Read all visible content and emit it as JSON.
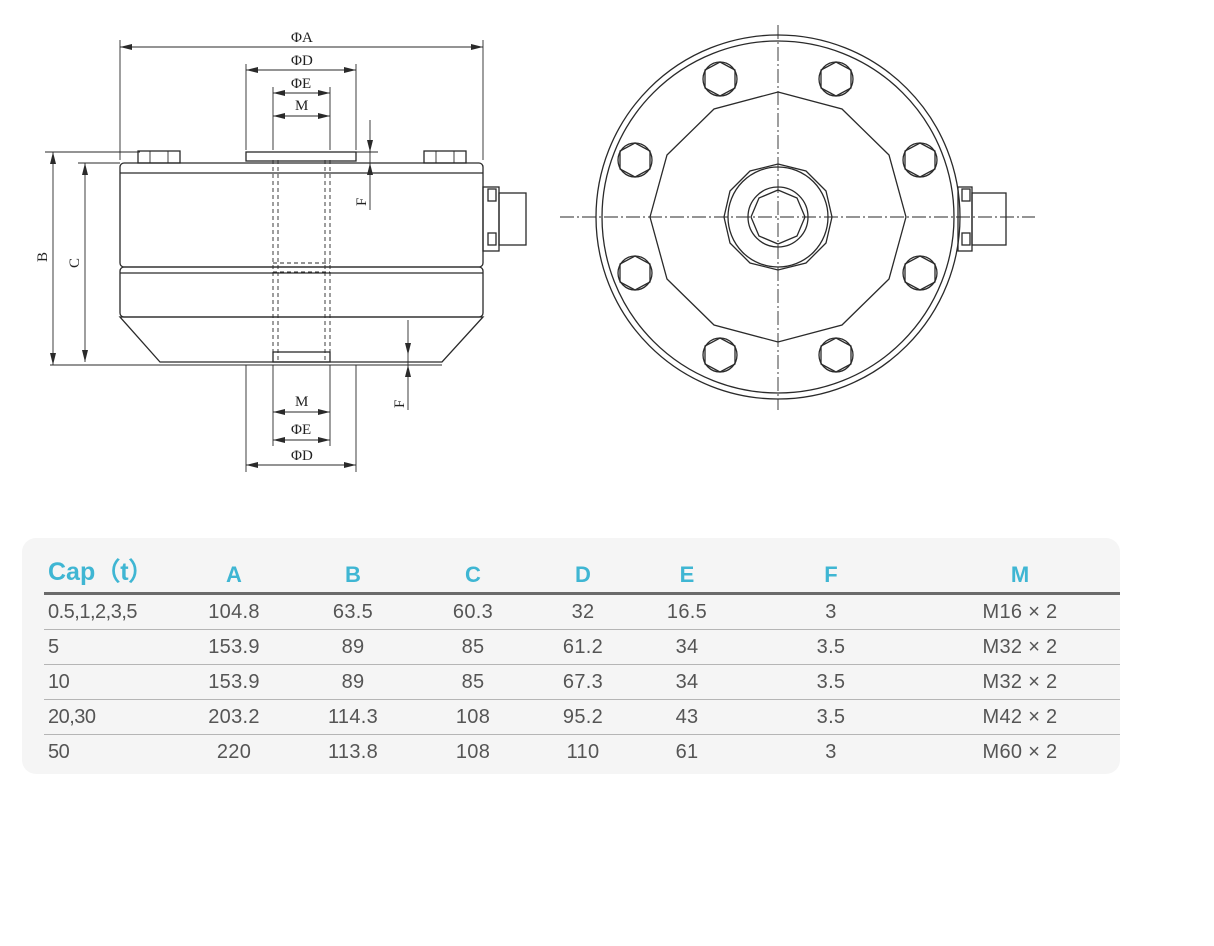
{
  "drawing": {
    "front_view": {
      "dim_labels": [
        "ΦA",
        "ΦD",
        "ΦE",
        "M",
        "B",
        "C",
        "F"
      ],
      "bottom_labels": [
        "M",
        "ΦE",
        "ΦD",
        "F"
      ]
    },
    "top_view": {}
  },
  "spec_table": {
    "headers": [
      "Cap（t）",
      "A",
      "B",
      "C",
      "D",
      "E",
      "F",
      "M"
    ],
    "rows": [
      [
        "0.5,1,2,3,5",
        "104.8",
        "63.5",
        "60.3",
        "32",
        "16.5",
        "3",
        "M16 × 2"
      ],
      [
        "5",
        "153.9",
        "89",
        "85",
        "61.2",
        "34",
        "3.5",
        "M32 × 2"
      ],
      [
        "10",
        "153.9",
        "89",
        "85",
        "67.3",
        "34",
        "3.5",
        "M32 × 2"
      ],
      [
        "20,30",
        "203.2",
        "114.3",
        "108",
        "95.2",
        "43",
        "3.5",
        "M42 × 2"
      ],
      [
        "50",
        "220",
        "113.8",
        "108",
        "110",
        "61",
        "3",
        "M60 × 2"
      ]
    ]
  }
}
